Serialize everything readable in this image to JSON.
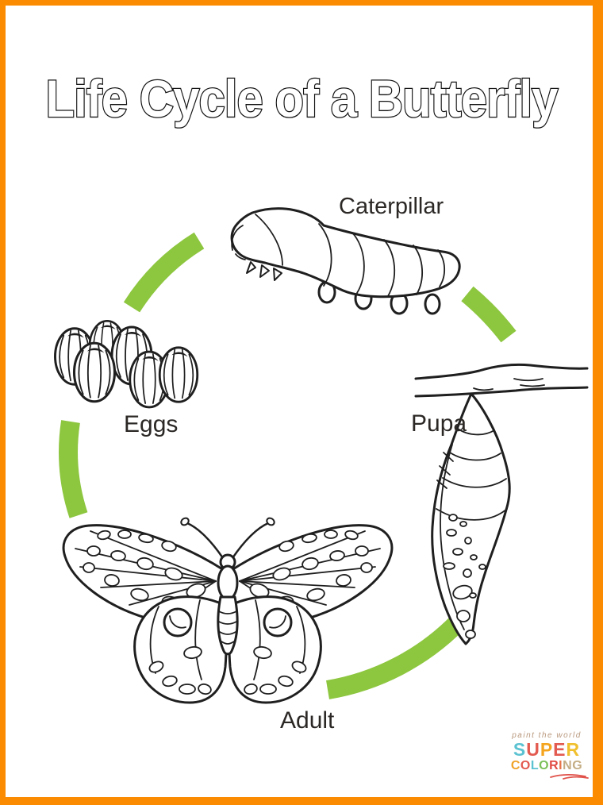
{
  "page": {
    "title": "Life Cycle of a Butterfly",
    "border_color": "#fb8b00",
    "background_color": "#ffffff"
  },
  "diagram": {
    "type": "cycle-diagram",
    "arrow_color": "#8dc63f",
    "outline_color": "#1f1f1f",
    "stages": {
      "caterpillar": {
        "label": "Caterpillar"
      },
      "pupa": {
        "label": "Pupa"
      },
      "adult": {
        "label": "Adult"
      },
      "eggs": {
        "label": "Eggs"
      }
    }
  },
  "logo": {
    "tagline": "paint the world",
    "tagline_color": "#b8977c",
    "underline_color": "#e0524a",
    "super_letters": [
      {
        "ch": "S",
        "color": "#5bc2d1"
      },
      {
        "ch": "U",
        "color": "#e25a50"
      },
      {
        "ch": "P",
        "color": "#f4a41f"
      },
      {
        "ch": "E",
        "color": "#e25a50"
      },
      {
        "ch": "R",
        "color": "#f0c02e"
      }
    ],
    "coloring_letters": [
      {
        "ch": "C",
        "color": "#f0a42a"
      },
      {
        "ch": "O",
        "color": "#e25a50"
      },
      {
        "ch": "L",
        "color": "#5bc2d1"
      },
      {
        "ch": "O",
        "color": "#7cc05a"
      },
      {
        "ch": "R",
        "color": "#e04a42"
      },
      {
        "ch": "I",
        "color": "#e87347"
      },
      {
        "ch": "N",
        "color": "#c4ad85"
      },
      {
        "ch": "G",
        "color": "#c4ad85"
      }
    ]
  }
}
